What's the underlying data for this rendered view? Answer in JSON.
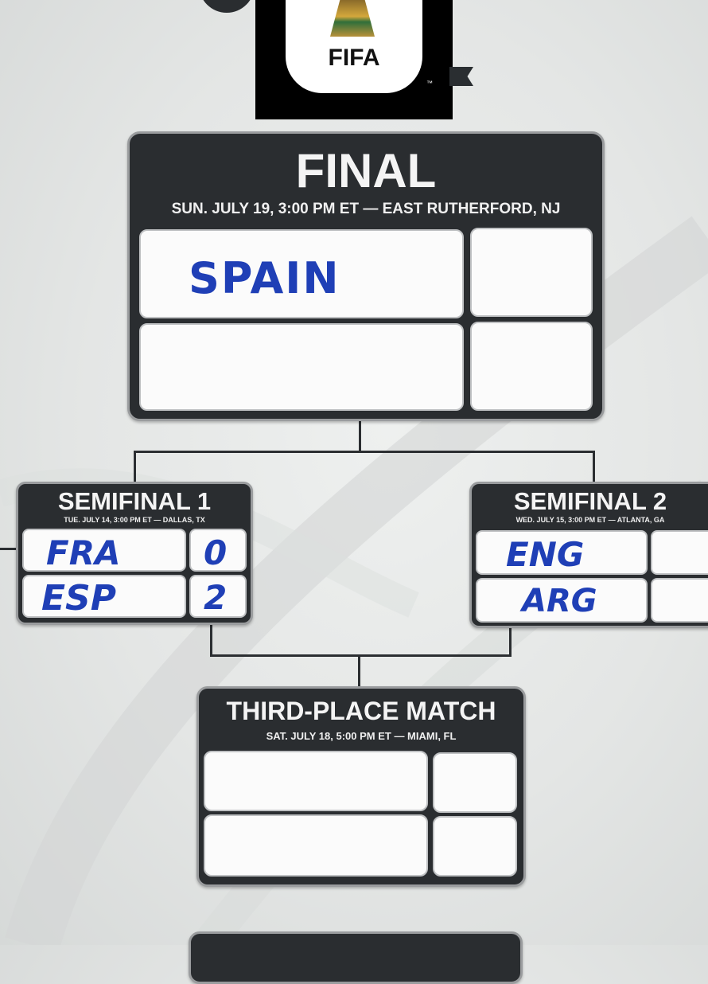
{
  "logo": {
    "text": "FIFA",
    "tm": "™"
  },
  "final": {
    "title": "FINAL",
    "subtitle": "SUN. JULY 19, 3:00 PM ET — EAST RUTHERFORD, NJ",
    "team1": "SPAIN",
    "score1": "",
    "team2": "",
    "score2": ""
  },
  "semifinal1": {
    "title": "SEMIFINAL 1",
    "subtitle": "TUE. JULY 14, 3:00 PM ET — DALLAS, TX",
    "team1": "FRA",
    "score1": "0",
    "team2": "ESP",
    "score2": "2"
  },
  "semifinal2": {
    "title": "SEMIFINAL 2",
    "subtitle": "WED. JULY 15, 3:00 PM ET — ATLANTA, GA",
    "team1": "ENG",
    "score1": "",
    "team2": "ARG",
    "score2": ""
  },
  "third_place": {
    "title": "THIRD-PLACE MATCH",
    "subtitle": "SAT. JULY 18, 5:00 PM ET — MIAMI, FL",
    "team1": "",
    "score1": "",
    "team2": "",
    "score2": ""
  },
  "colors": {
    "card": "#2a2d30",
    "ink": "#1f3fb6",
    "paper": "#e6e8e7"
  }
}
